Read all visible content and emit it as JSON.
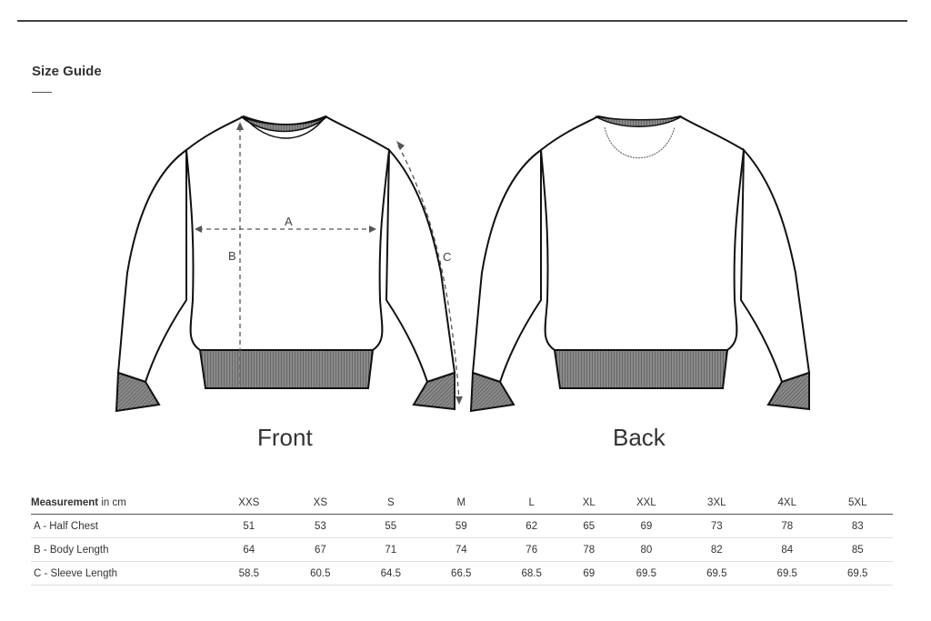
{
  "header": {
    "title": "Size Guide"
  },
  "views": {
    "front_label": "Front",
    "back_label": "Back",
    "measure_labels": {
      "a": "A",
      "b": "B",
      "c": "C"
    }
  },
  "table": {
    "header_bold": "Measurement",
    "header_unit": " in cm",
    "sizes": [
      "XXS",
      "XS",
      "S",
      "M",
      "L",
      "XL",
      "XXL",
      "3XL",
      "4XL",
      "5XL"
    ],
    "rows": [
      {
        "label": "A - Half Chest",
        "values": [
          "51",
          "53",
          "55",
          "59",
          "62",
          "65",
          "69",
          "73",
          "78",
          "83"
        ]
      },
      {
        "label": "B - Body Length",
        "values": [
          "64",
          "67",
          "71",
          "74",
          "76",
          "78",
          "80",
          "82",
          "84",
          "85"
        ]
      },
      {
        "label": "C - Sleeve Length",
        "values": [
          "58.5",
          "60.5",
          "64.5",
          "66.5",
          "68.5",
          "69",
          "69.5",
          "69.5",
          "69.5",
          "69.5"
        ]
      }
    ]
  }
}
